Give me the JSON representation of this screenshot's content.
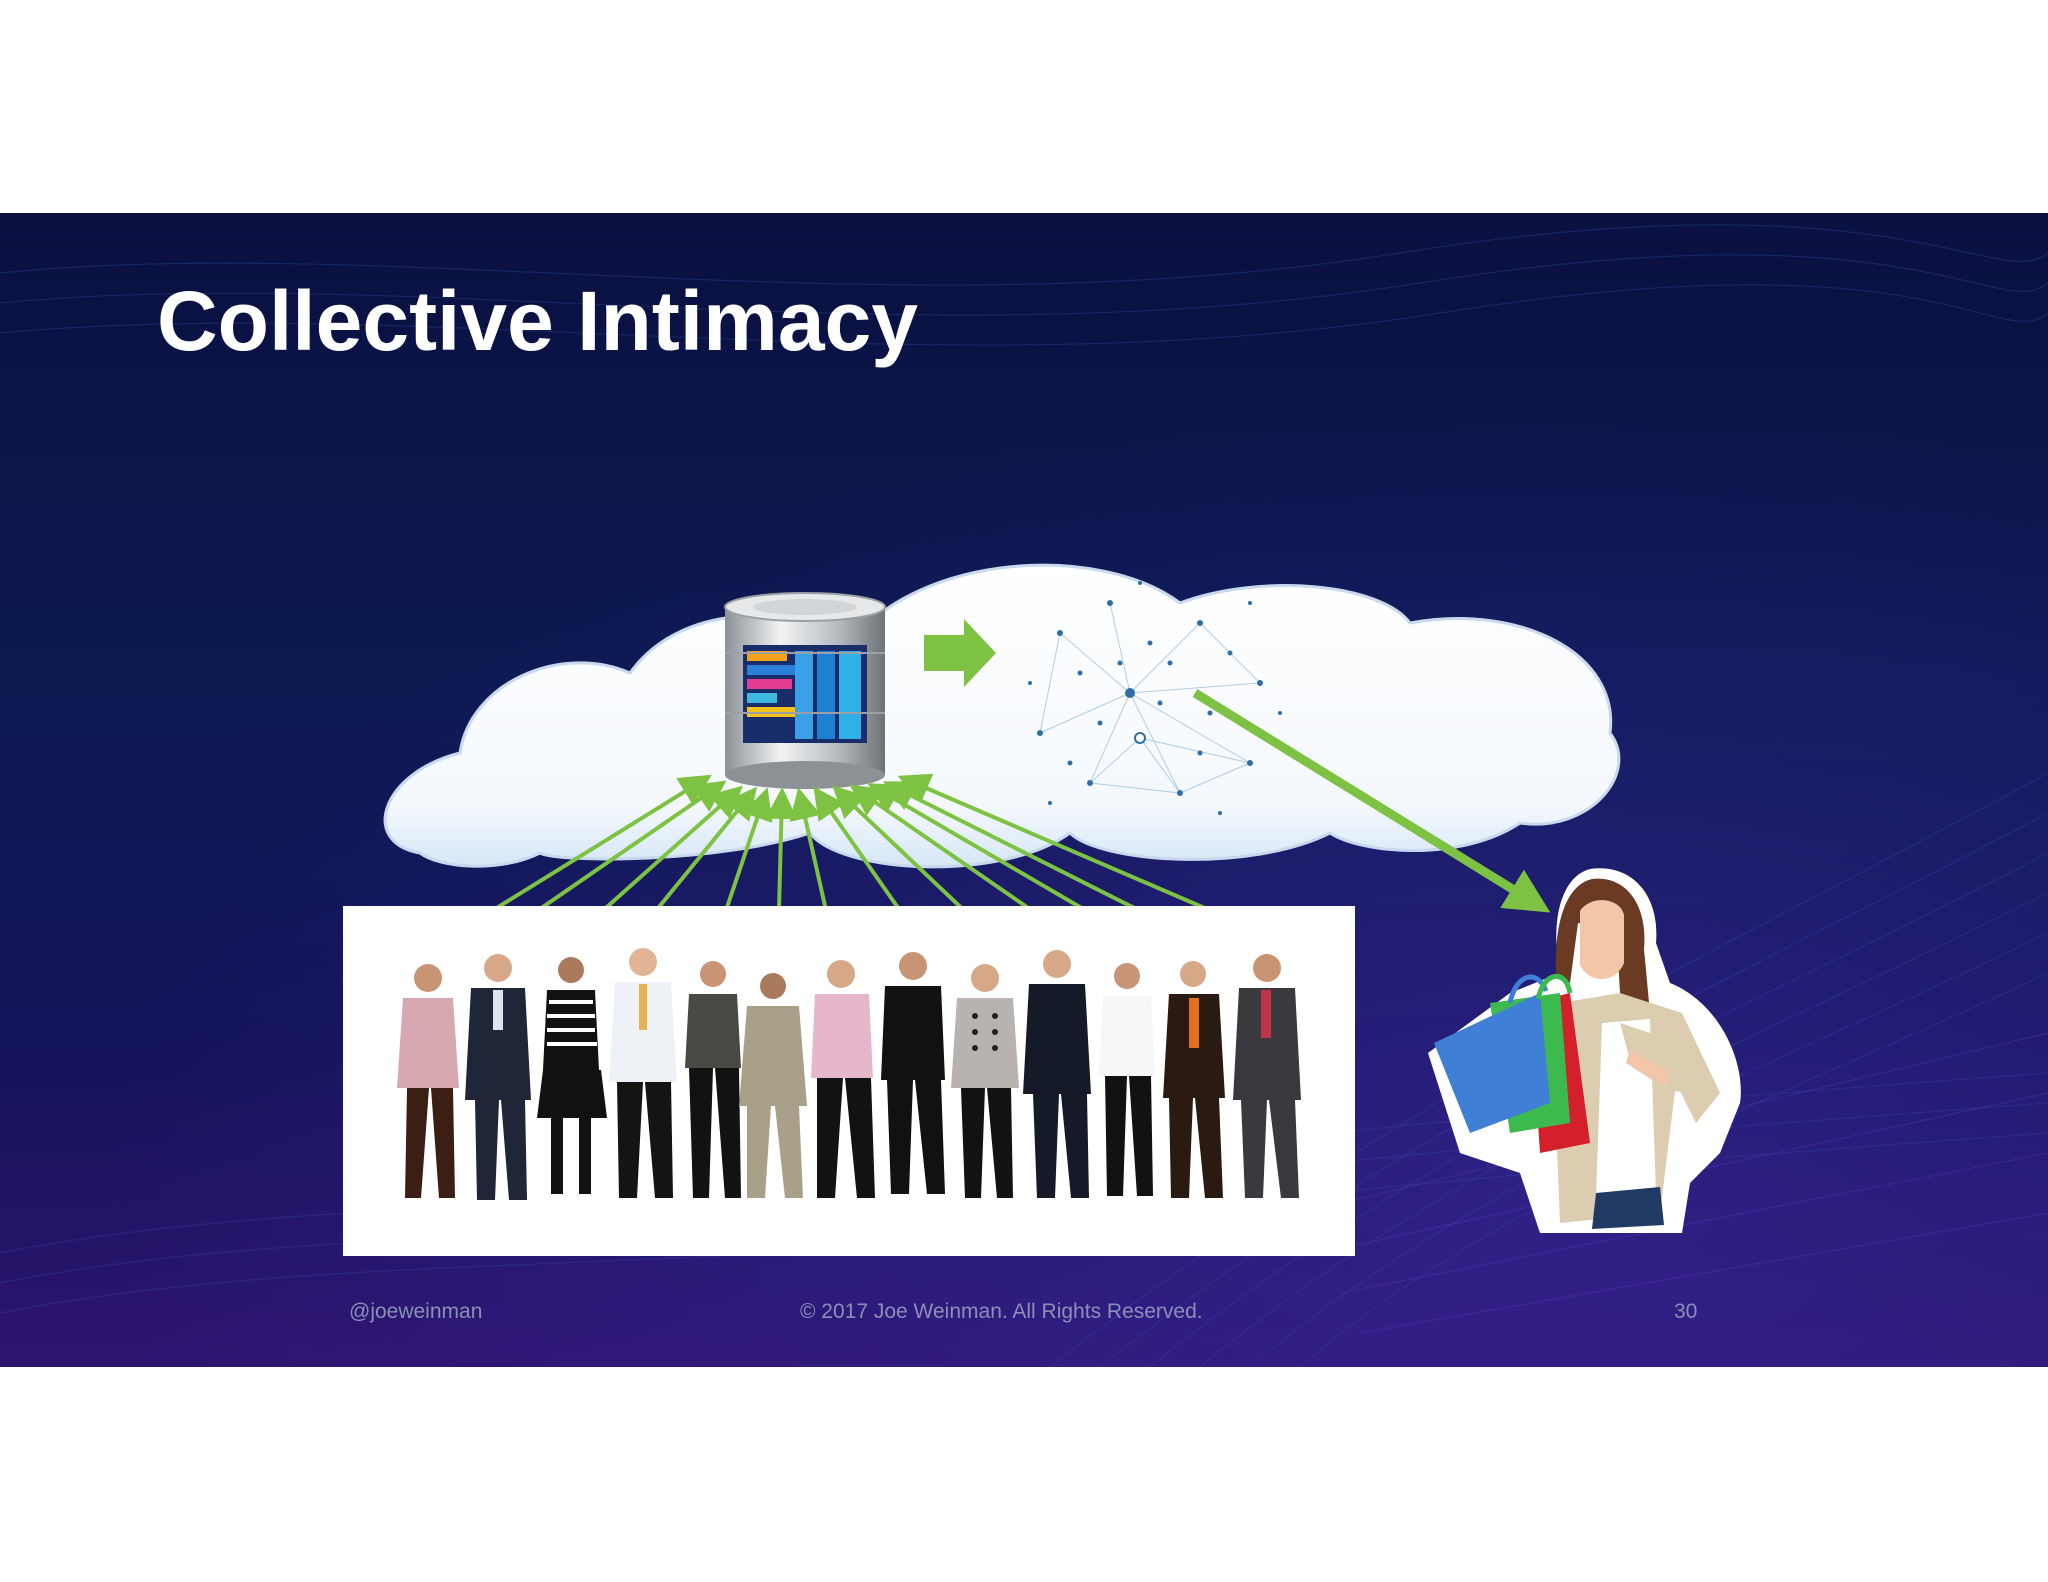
{
  "slide": {
    "title": "Collective Intimacy",
    "background_color": "#0c1a52",
    "accent_color": "#7dc242"
  },
  "diagram": {
    "cloud_icon": "cloud-icon",
    "database_icon": "database-icon",
    "network_icon": "network-graph-icon",
    "crowd_image": "crowd-of-people-photo",
    "shopper_image": "woman-with-shopping-bags-illustration",
    "people_count": 13,
    "shopping_bag_colors": [
      "#3f7fd6",
      "#3dba4e",
      "#d4202a"
    ]
  },
  "footer": {
    "handle": "@joeweinman",
    "copyright": "© 2017 Joe Weinman.  All Rights Reserved.",
    "page_number": "30"
  }
}
